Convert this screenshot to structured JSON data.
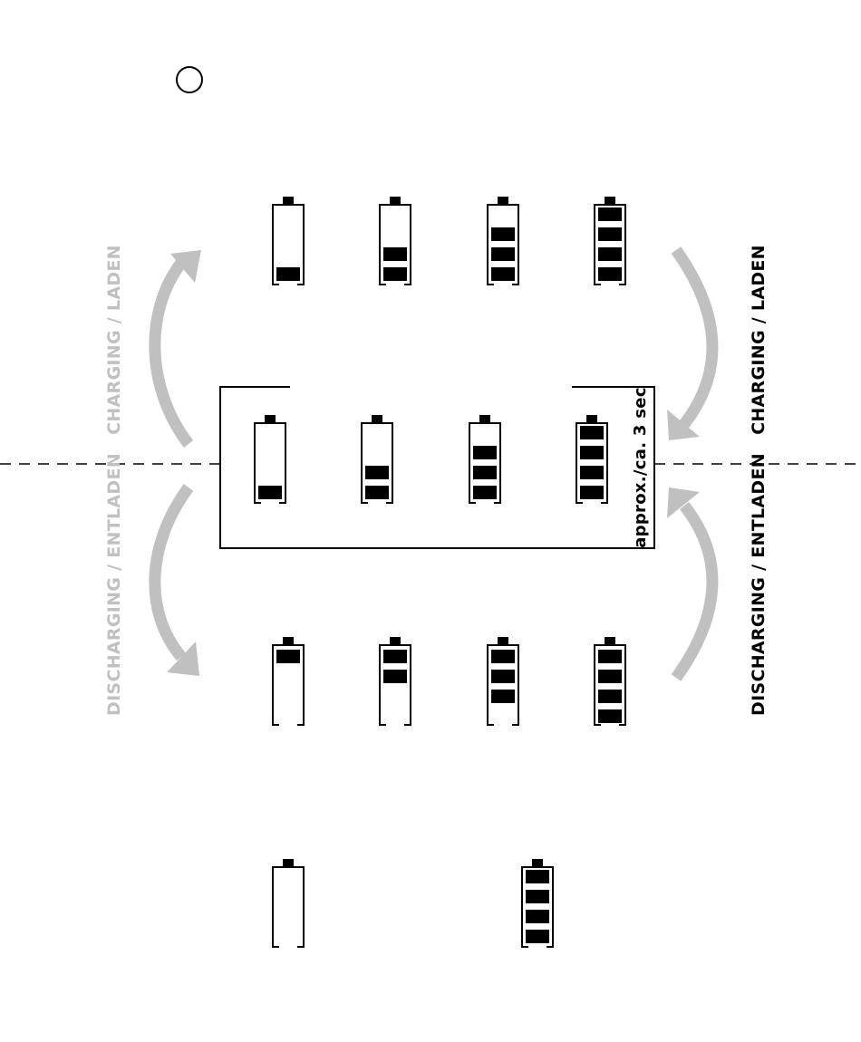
{
  "colors": {
    "ink": "#000000",
    "faded": "#c0c0c0",
    "arrow": "#c0c0c0",
    "background": "#ffffff"
  },
  "labels": {
    "charging_left": "CHARGING / LADEN",
    "discharging_left": "DISCHARGING / ENTLADEN",
    "charging_right": "CHARGING / LADEN",
    "discharging_right": "DISCHARGING / ENTLADEN",
    "duration": "approx./ca. 3 sec"
  },
  "rows": {
    "charging": [
      1,
      2,
      3,
      4
    ],
    "indicator": [
      1,
      2,
      3,
      4
    ],
    "discharging": [
      1,
      2,
      3,
      4
    ],
    "extremes": [
      0,
      4
    ]
  },
  "battery_capacity": 4
}
